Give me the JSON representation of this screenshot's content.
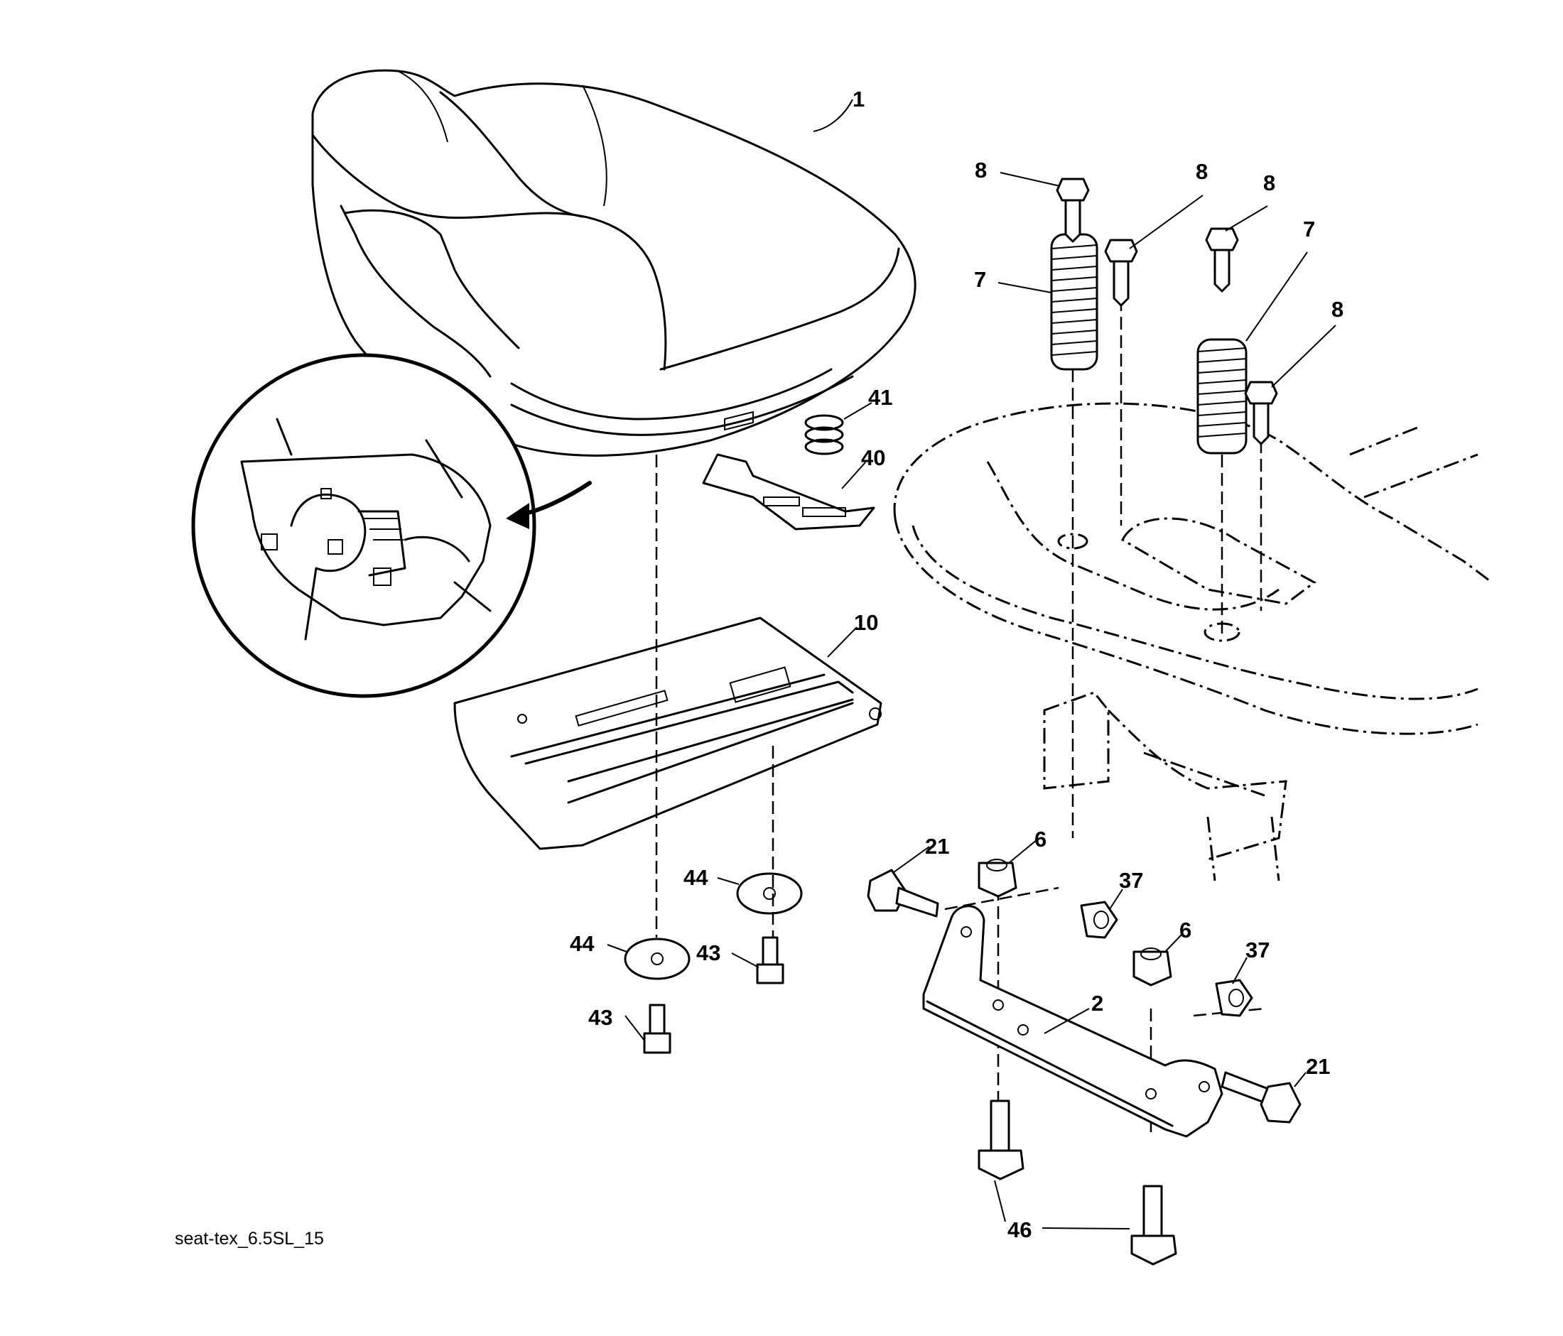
{
  "caption": "seat-tex_6.5SL_15",
  "labels": {
    "seat": "1",
    "bracket": "2",
    "nut_upper": "6",
    "nut_lower": "6",
    "spring_left": "7",
    "spring_right": "7",
    "bolt_a": "8",
    "bolt_b": "8",
    "bolt_c": "8",
    "bolt_d": "8",
    "seat_pan": "10",
    "bolt_left": "21",
    "bolt_right": "21",
    "locknut_upper": "37",
    "locknut_lower": "37",
    "clip": "40",
    "small_spring": "41",
    "screw_upper": "43",
    "screw_lower": "43",
    "washer_upper": "44",
    "washer_lower": "44",
    "bolt_bottom_left": "46",
    "bolt_bottom_right": "46"
  }
}
